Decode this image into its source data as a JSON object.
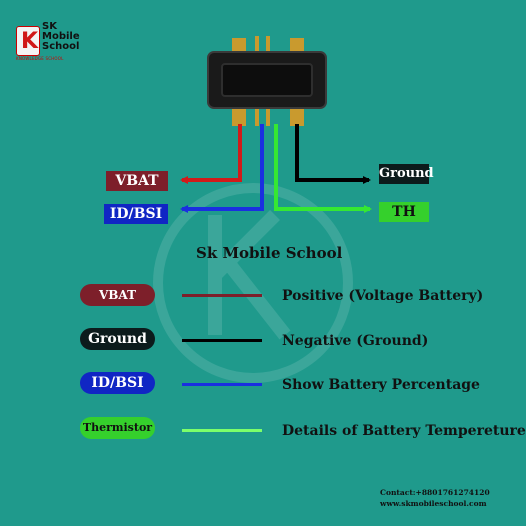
{
  "logo": {
    "letter": "K",
    "line1": "SK",
    "line2": "Mobile",
    "line3": "School",
    "tagline": "KNOWLEDGE SCHOOL"
  },
  "connector_tags": {
    "vbat": "VBAT",
    "id_bsi": "ID/BSI",
    "ground": "Ground",
    "th": "TH"
  },
  "title": "Sk Mobile School",
  "legend": [
    {
      "label": "VBAT",
      "description": "Positive (Voltage Battery)",
      "color": "#7d1f2a",
      "border": "#7d1f2a",
      "text_color": "#ffffff"
    },
    {
      "label": "Ground",
      "description": "Negative (Ground)",
      "color": "#0c1b1c",
      "border": "#0c1b1c",
      "text_color": "#ffffff"
    },
    {
      "label": "ID/BSI",
      "description": "Show Battery Percentage",
      "color": "#1026c4",
      "border": "#1026c4",
      "text_color": "#ffffff"
    },
    {
      "label": "Thermistor",
      "description": "Details of Battery Tempereture",
      "color": "#35d02c",
      "border": "#35d02c",
      "text_color": "#111111"
    }
  ],
  "footer": {
    "contact": "Contact:+8801761274120",
    "website": "www.skmobileschool.com"
  },
  "colors": {
    "background": "#1f9a8c",
    "vbat": "#d21a1a",
    "id_bsi": "#1a2fe0",
    "ground": "#000000",
    "th": "#35e832",
    "connector_body": "#1a1a1a",
    "connector_pin": "#c99a2e"
  }
}
